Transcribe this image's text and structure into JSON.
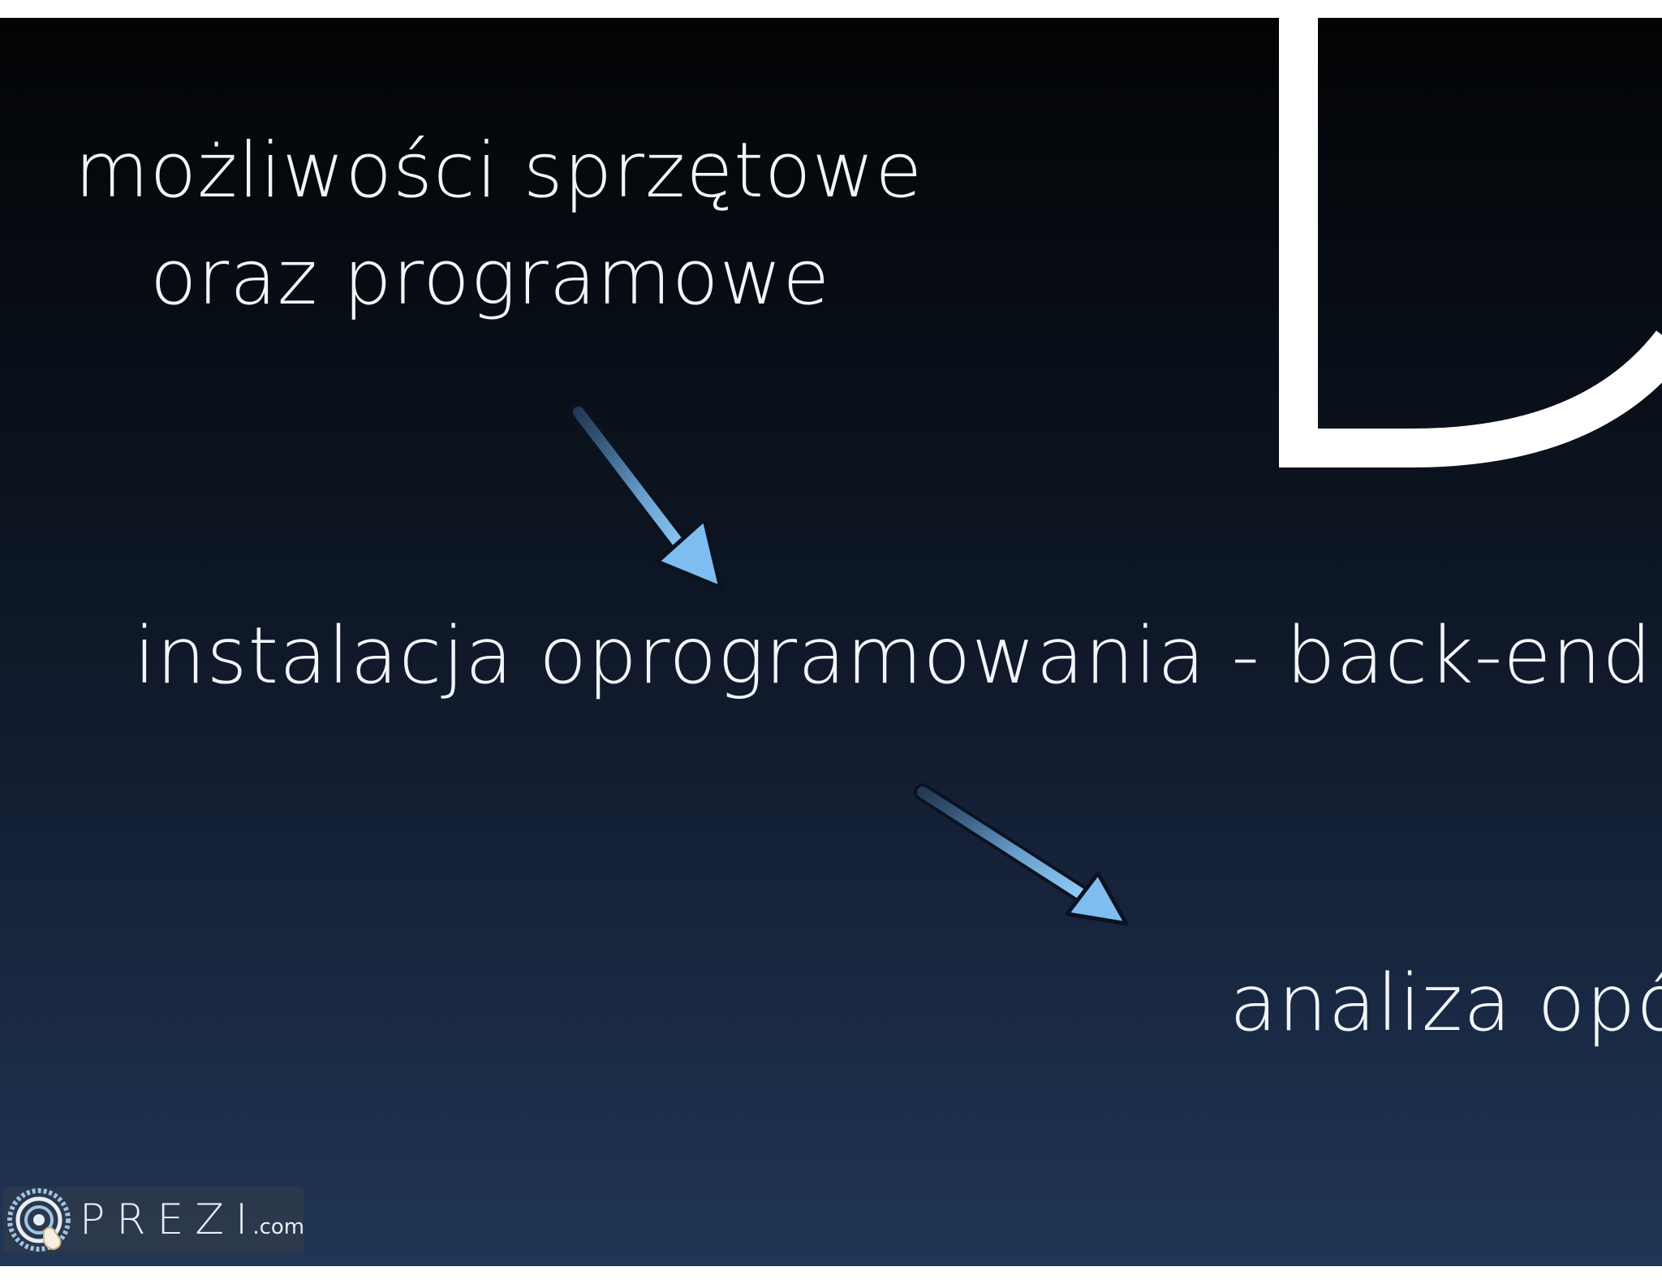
{
  "slide": {
    "line1": "możliwości sprzętowe",
    "line2": "oraz programowe",
    "line3": "instalacja oprogramowania - back-end",
    "line4": "analiza opóź"
  },
  "logo": {
    "wordmark": "PREZI",
    "suffix": ".com"
  },
  "colors": {
    "background_top": "#020304",
    "background_bottom": "#213656",
    "text": "#f2f4f7",
    "arrow": "#7fbdf0",
    "frame": "#ffffff"
  },
  "icons": [
    "arrow-down-right-icon",
    "prezi-logo-icon"
  ]
}
